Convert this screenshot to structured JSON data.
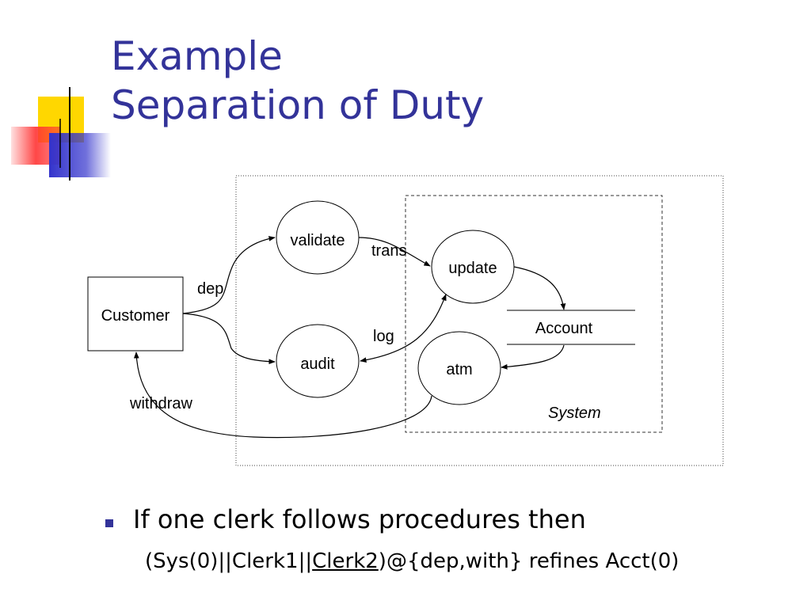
{
  "slide": {
    "title_line1": "Example",
    "title_line2": "Separation of Duty",
    "bullet": "If one clerk follows procedures then",
    "formula": {
      "part1": "(Sys(0)||Clerk1||",
      "underlined": "Clerk2",
      "part2": ")@{dep,with} refines Acct(0)"
    }
  },
  "diagram": {
    "nodes": {
      "customer": "Customer",
      "validate": "validate",
      "audit": "audit",
      "update": "update",
      "atm": "atm",
      "account": "Account"
    },
    "edges": {
      "dep": "dep",
      "trans": "trans",
      "log": "log",
      "withdraw": "withdraw"
    },
    "system_label": "System"
  },
  "colors": {
    "title": "#333399",
    "deco_yellow": "#FFD700",
    "deco_red": "#FF3333",
    "deco_blue": "#3333CC"
  }
}
